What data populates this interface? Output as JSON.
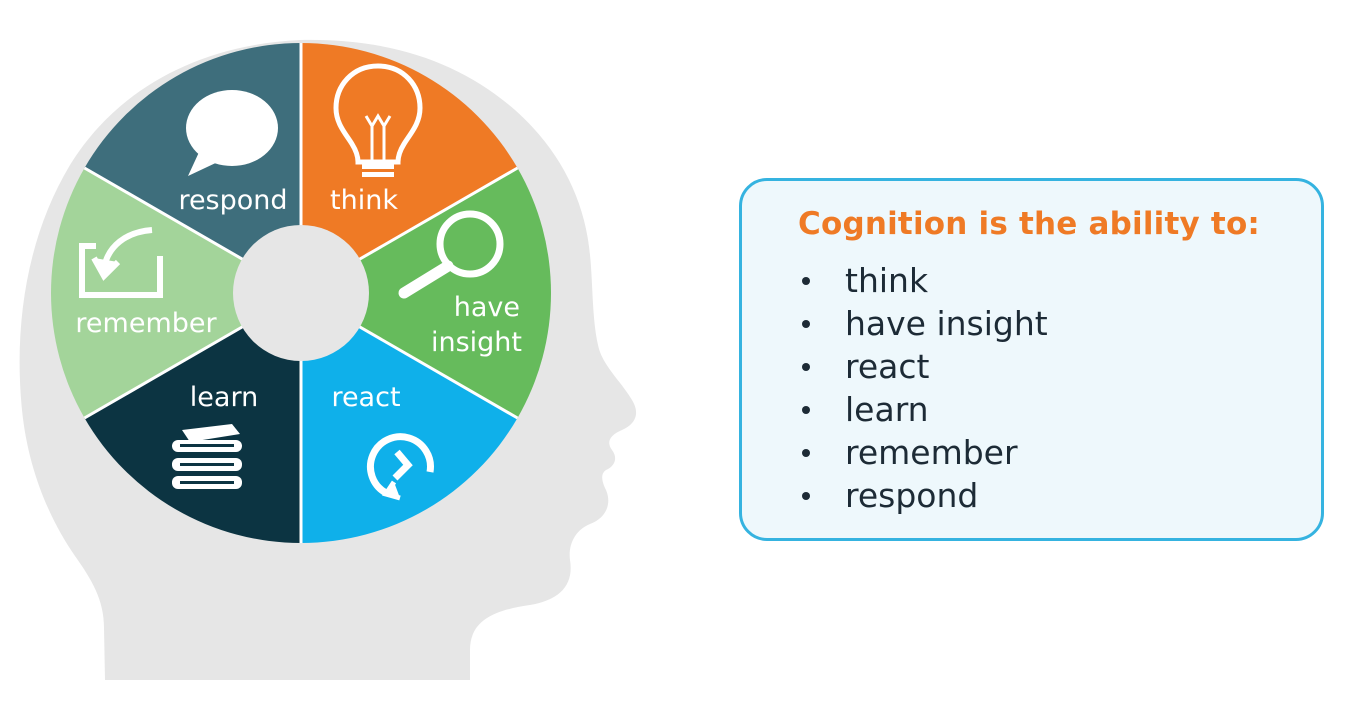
{
  "diagram": {
    "segments": [
      {
        "id": "think",
        "label": "think",
        "color": "#ef7a25",
        "icon": "lightbulb-icon"
      },
      {
        "id": "have-insight",
        "label_line1": "have",
        "label_line2": "insight",
        "color": "#66bb5c",
        "icon": "magnifier-icon"
      },
      {
        "id": "react",
        "label": "react",
        "color": "#0fb0ea",
        "icon": "clock-refresh-icon"
      },
      {
        "id": "learn",
        "label": "learn",
        "color": "#0c3442",
        "icon": "books-icon"
      },
      {
        "id": "remember",
        "label": "remember",
        "color": "#a3d49a",
        "icon": "save-arrow-icon"
      },
      {
        "id": "respond",
        "label": "respond",
        "color": "#3e6e7c",
        "icon": "speech-bubble-icon"
      }
    ],
    "head_color": "#e6e6e6",
    "hub_color": "#e6e6e6"
  },
  "info": {
    "title": "Cognition is the ability to:",
    "items": [
      "think",
      "have insight",
      "react",
      "learn",
      "remember",
      "respond"
    ]
  }
}
